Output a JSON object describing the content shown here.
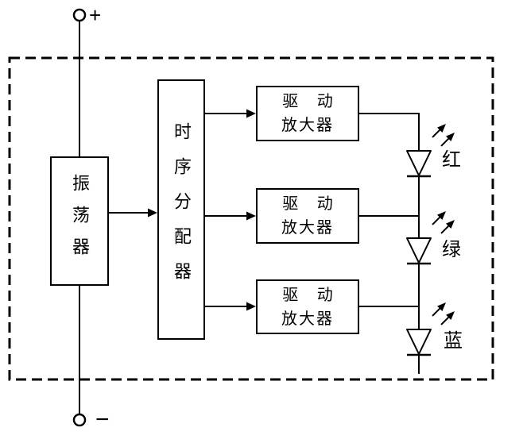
{
  "meta": {
    "ink_color": "#000000",
    "background_color": "#ffffff"
  },
  "terminals": {
    "plus_label": "+",
    "minus_label": "−"
  },
  "blocks": {
    "oscillator_label": "振荡器",
    "distributor_label": "时序分配器",
    "amplifiers": [
      {
        "line1": "驱 动",
        "line2": "放大器"
      },
      {
        "line1": "驱 动",
        "line2": "放大器"
      },
      {
        "line1": "驱 动",
        "line2": "放大器"
      }
    ]
  },
  "leds": [
    {
      "label": "红"
    },
    {
      "label": "绿"
    },
    {
      "label": "蓝"
    }
  ]
}
